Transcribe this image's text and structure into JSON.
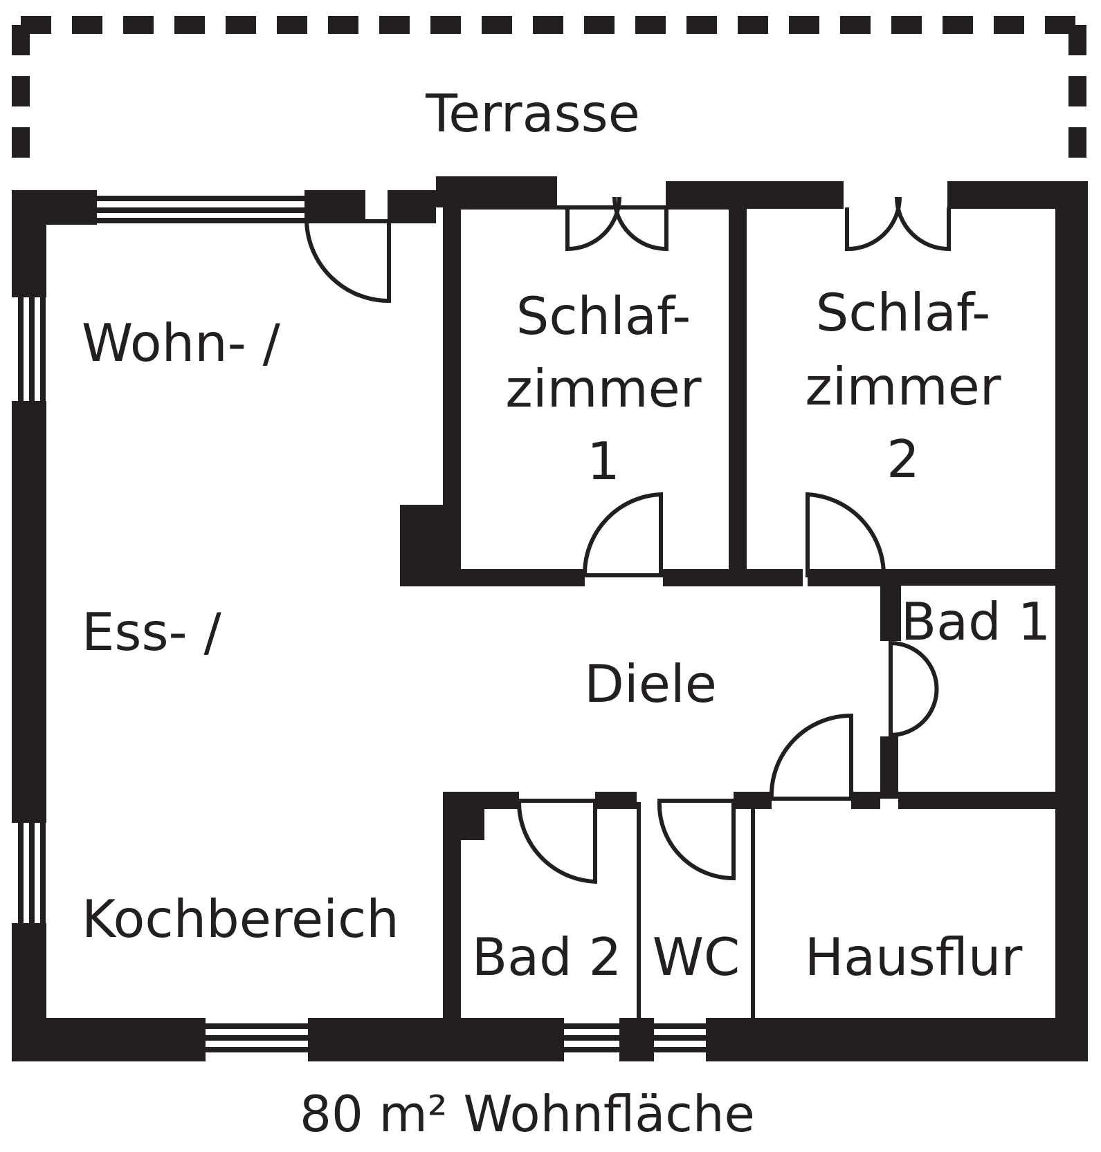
{
  "terrace": {
    "label": "Terrasse"
  },
  "rooms": {
    "living_line1": "Wohn- /",
    "living_line2": "Ess- /",
    "living_line3": "Kochbereich",
    "bedroom1_line1": "Schlaf-",
    "bedroom1_line2": "zimmer",
    "bedroom1_line3": "1",
    "bedroom2_line1": "Schlaf-",
    "bedroom2_line2": "zimmer",
    "bedroom2_line3": "2",
    "hall": "Diele",
    "bath1": "Bad 1",
    "bath2": "Bad 2",
    "wc": "WC",
    "entrance_hall": "Hausflur"
  },
  "caption": "80 m² Wohnfläche",
  "colors": {
    "ink": "#231f20",
    "background": "#ffffff"
  }
}
